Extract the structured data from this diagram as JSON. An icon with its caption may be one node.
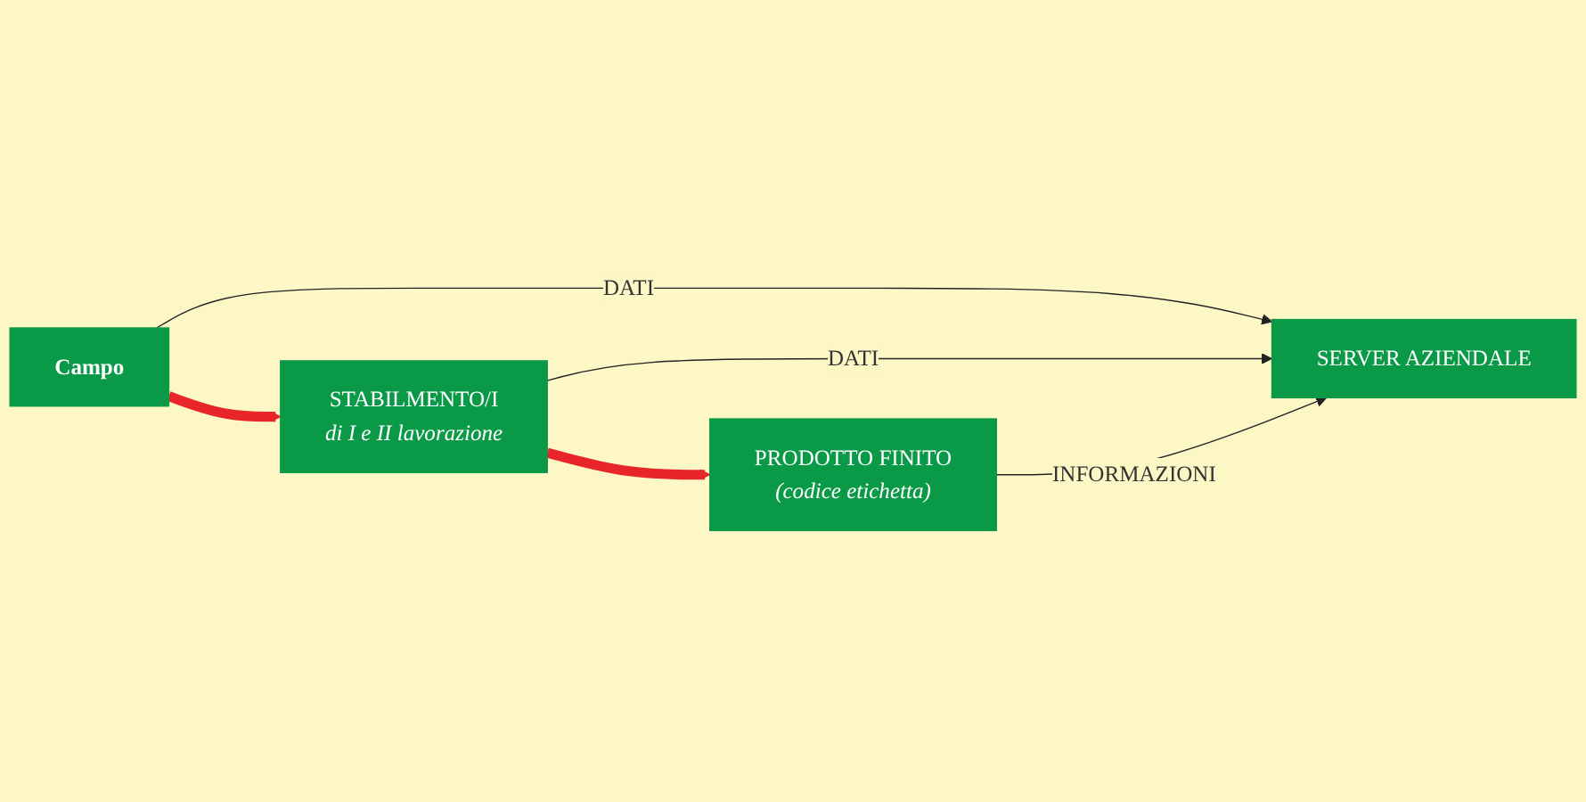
{
  "diagram": {
    "nodes": [
      {
        "text": [
          "Campo"
        ]
      },
      {
        "text": [
          "STABILMENTO/I",
          "di I e II lavorazione"
        ]
      },
      {
        "text": [
          "PRODOTTO FINITO",
          "(codice etichetta)"
        ]
      },
      {
        "text": [
          "SERVER AZIENDALE"
        ]
      }
    ],
    "edges": [
      {
        "from": 0,
        "to": 1,
        "arrow": "to",
        "style": "thick",
        "color": "#e8262a"
      },
      {
        "from": 1,
        "to": 2,
        "arrow": "to",
        "style": "thick",
        "color": "#e8262a"
      },
      {
        "from": 0,
        "to": 3,
        "label": "DATI",
        "arrow": "to"
      },
      {
        "from": 1,
        "to": 3,
        "label": "DATI",
        "arrow": "to"
      },
      {
        "from": 2,
        "to": 3,
        "label": "INFORMAZIONI",
        "arrow": "to"
      }
    ]
  }
}
